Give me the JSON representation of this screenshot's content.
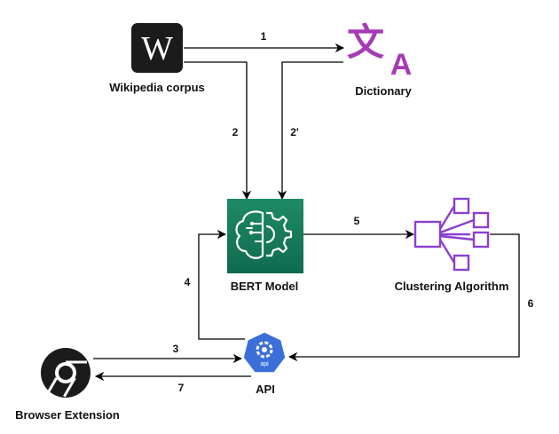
{
  "nodes": {
    "wikipedia": {
      "label": "Wikipedia corpus",
      "icon": "wikipedia-logo-icon",
      "glyph": "W"
    },
    "dictionary": {
      "label": "Dictionary",
      "icon": "translate-icon",
      "glyph_left": "文",
      "glyph_right": "A"
    },
    "bert": {
      "label": "BERT Model",
      "icon": "brain-gear-icon"
    },
    "clustering": {
      "label": "Clustering Algorithm",
      "icon": "hierarchy-icon"
    },
    "api": {
      "label": "API",
      "icon": "api-gear-icon",
      "badge": "api"
    },
    "browser": {
      "label": "Browser Extension",
      "icon": "chrome-logo-icon"
    }
  },
  "edges": [
    {
      "id": "1",
      "label": "1",
      "from": "Wikipedia corpus",
      "to": "Dictionary"
    },
    {
      "id": "2",
      "label": "2",
      "from": "Wikipedia corpus",
      "to": "BERT Model"
    },
    {
      "id": "2p",
      "label": "2'",
      "from": "Dictionary",
      "to": "BERT Model"
    },
    {
      "id": "5",
      "label": "5",
      "from": "BERT Model",
      "to": "Clustering Algorithm"
    },
    {
      "id": "4",
      "label": "4",
      "from": "API",
      "to": "BERT Model"
    },
    {
      "id": "6",
      "label": "6",
      "from": "Clustering Algorithm",
      "to": "API"
    },
    {
      "id": "3",
      "label": "3",
      "from": "Browser Extension",
      "to": "API"
    },
    {
      "id": "7",
      "label": "7",
      "from": "API",
      "to": "Browser Extension"
    }
  ],
  "colors": {
    "wiki_bg": "#1b1b1b",
    "translate": "#a63bb5",
    "bert_top": "#1c7f60",
    "bert_bottom": "#0f6b4f",
    "clustering": "#8a3fd1",
    "api_blue": "#3b6fd8",
    "edge": "#000000"
  }
}
